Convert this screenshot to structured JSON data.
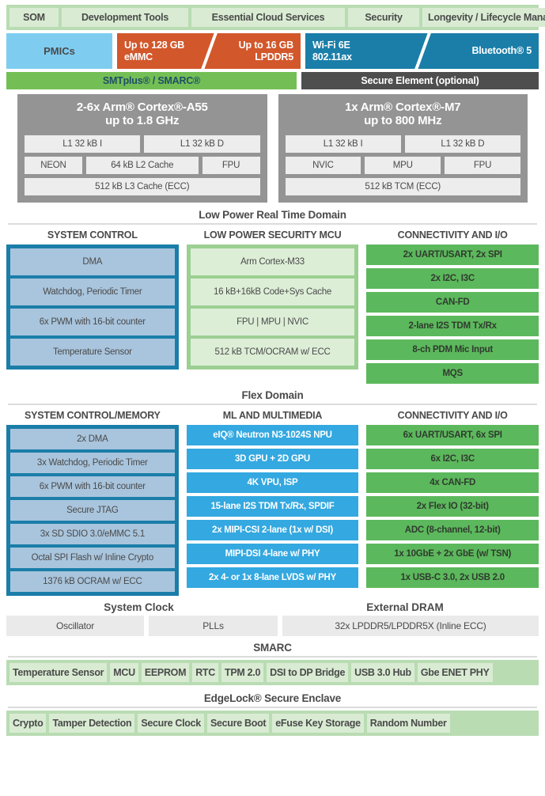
{
  "ecosystem": {
    "items": [
      "SOM",
      "Development Tools",
      "Essential Cloud Services",
      "Security",
      "Longevity / Lifecycle Management"
    ]
  },
  "hardware_band": {
    "pmic": "PMICs",
    "memory": {
      "left": "Up to 128 GB\neMMC",
      "left_l1": "Up to 128 GB",
      "left_l2": "eMMC",
      "right_l1": "Up to 16 GB",
      "right_l2": "LPDDR5"
    },
    "wireless": {
      "left_l1": "Wi-Fi 6E",
      "left_l2": "802.11ax",
      "right": "Bluetooth® 5"
    }
  },
  "module_band": {
    "smtplus": "SMTplus® / SMARC®",
    "secure_element": "Secure Element (optional)"
  },
  "cpu_clusters": [
    {
      "title_l1": "2-6x Arm® Cortex®-A55",
      "title_l2": "up to 1.8 GHz",
      "rows": [
        [
          "L1 32 kB I",
          "L1 32 kB D"
        ],
        [
          "NEON",
          "64 kB L2 Cache",
          "FPU"
        ],
        [
          "512 kB L3 Cache (ECC)"
        ]
      ]
    },
    {
      "title_l1": "1x Arm® Cortex®-M7",
      "title_l2": "up to 800 MHz",
      "rows": [
        [
          "L1 32 kB I",
          "L1 32 kB D"
        ],
        [
          "NVIC",
          "MPU",
          "FPU"
        ],
        [
          "512 kB TCM (ECC)"
        ]
      ]
    }
  ],
  "domains": [
    {
      "title": "Low Power Real Time Domain",
      "columns": [
        {
          "head": "SYSTEM CONTROL",
          "style": "blue-framed",
          "items": [
            "DMA",
            "Watchdog, Periodic Timer",
            "6x PWM with 16-bit counter",
            "Temperature Sensor"
          ]
        },
        {
          "head": "LOW POWER SECURITY MCU",
          "style": "green-framed",
          "items": [
            "Arm Cortex-M33",
            "16 kB+16kB Code+Sys Cache",
            "FPU | MPU | NVIC",
            "512 kB TCM/OCRAM w/ ECC"
          ]
        },
        {
          "head": "CONNECTIVITY AND I/O",
          "style": "green-solid",
          "items": [
            "2x UART/USART, 2x SPI",
            "2x I2C, I3C",
            "CAN-FD",
            "2-lane I2S TDM Tx/Rx",
            "8-ch PDM Mic Input",
            "MQS"
          ]
        }
      ]
    },
    {
      "title": "Flex Domain",
      "columns": [
        {
          "head": "SYSTEM CONTROL/MEMORY",
          "style": "blue-framed",
          "items": [
            "2x DMA",
            "3x Watchdog, Periodic Timer",
            "6x PWM with 16-bit counter",
            "Secure JTAG",
            "3x SD SDIO 3.0/eMMC 5.1",
            "Octal SPI Flash w/ Inline Crypto",
            "1376 kB OCRAM w/ ECC"
          ]
        },
        {
          "head": "ML AND MULTIMEDIA",
          "style": "cyan",
          "items": [
            "eIQ® Neutron N3-1024S NPU",
            "3D GPU + 2D GPU",
            "4K VPU, ISP",
            "15-lane I2S TDM Tx/Rx, SPDIF",
            "2x MIPI-CSI 2-lane (1x w/ DSI)",
            "MIPI-DSI 4-lane w/ PHY",
            "2x 4- or 1x 8-lane LVDS w/ PHY"
          ]
        },
        {
          "head": "CONNECTIVITY AND I/O",
          "style": "green-solid",
          "items": [
            "6x UART/USART, 6x SPI",
            "6x I2C, I3C",
            "4x CAN-FD",
            "2x Flex IO (32-bit)",
            "ADC (8-channel, 12-bit)",
            "1x 10GbE + 2x GbE (w/ TSN)",
            "1x USB-C 3.0, 2x USB 2.0"
          ]
        }
      ]
    }
  ],
  "clock_dram": {
    "heading_left": "System Clock",
    "heading_right": "External DRAM",
    "cells": [
      "Oscillator",
      "PLLs",
      "32x LPDDR5/LPDDR5X (Inline ECC)"
    ]
  },
  "smarc_strip": {
    "title": "SMARC",
    "items": [
      "Temperature Sensor",
      "MCU",
      "EEPROM",
      "RTC",
      "TPM 2.0",
      "DSI to DP Bridge",
      "USB 3.0 Hub",
      "Gbe ENET PHY"
    ]
  },
  "edgelock_strip": {
    "title": "EdgeLock® Secure Enclave",
    "items": [
      "Crypto",
      "Tamper Detection",
      "Secure Clock",
      "Secure Boot",
      "eFuse Key Storage",
      "Random Number"
    ]
  },
  "colors": {
    "eco_band": "#b9dcb3",
    "eco_pill": "#d9ecd3",
    "pmic": "#7ecdf1",
    "memory": "#d2572b",
    "wireless": "#1a7ea8",
    "smtplus": "#74bf55",
    "secure_element": "#4e4e4e",
    "cpu_block": "#949494",
    "blue_frame": "#1a7ea8",
    "blue_fill": "#a9c5dd",
    "green_frame": "#9ccf92",
    "green_fill": "#ddeed7",
    "green_solid": "#5cb85c",
    "cyan": "#34a8e0",
    "gray_cell": "#eaeaea"
  }
}
